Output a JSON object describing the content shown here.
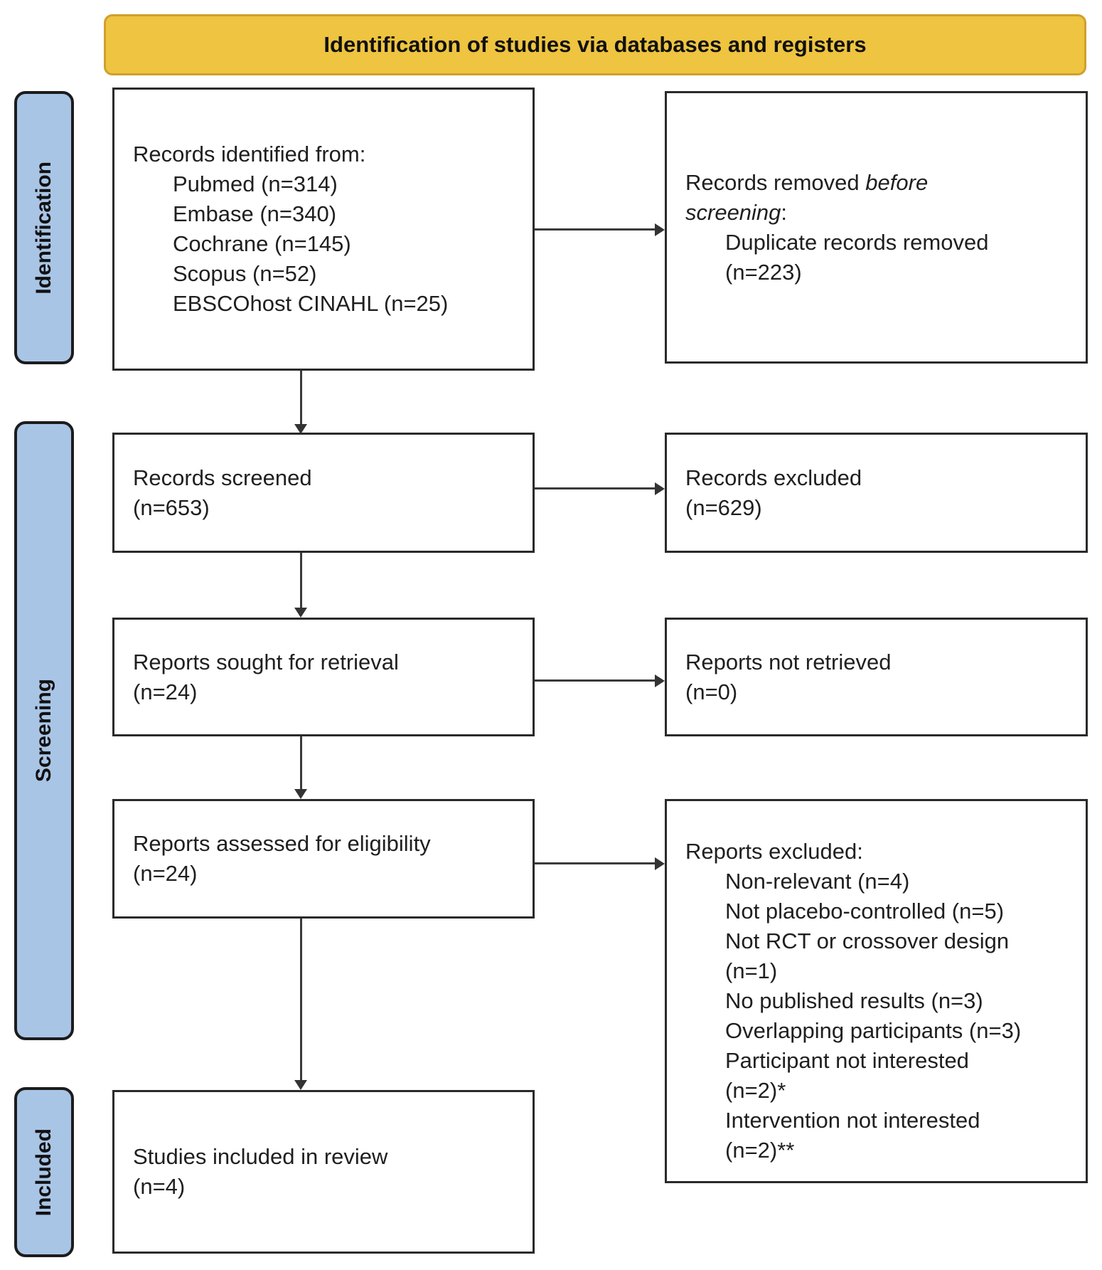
{
  "banner": {
    "title": "Identification of studies via databases and registers"
  },
  "sidebar": {
    "tabs": [
      {
        "label": "Identification"
      },
      {
        "label": "Screening"
      },
      {
        "label": "Included"
      }
    ]
  },
  "colors": {
    "banner_fill": "#eec440",
    "banner_border": "#cfa02c",
    "tab_fill": "#a9c5e6",
    "box_border": "#2a2a2a",
    "arrow": "#3a3a3a",
    "text": "#1f1f1f"
  },
  "boxes": {
    "records_identified": {
      "lines": [
        {
          "text": "Records identified from:"
        },
        {
          "text": "Pubmed (n=314)",
          "indent": true
        },
        {
          "text": "Embase (n=340)",
          "indent": true
        },
        {
          "text": "Cochrane (n=145)",
          "indent": true
        },
        {
          "text": "Scopus (n=52)",
          "indent": true
        },
        {
          "text": "EBSCOhost CINAHL (n=25)",
          "indent": true
        }
      ]
    },
    "records_removed": {
      "lines": [
        {
          "parts": [
            {
              "text": "Records removed ",
              "italic": false
            },
            {
              "text": "before",
              "italic": true
            }
          ]
        },
        {
          "parts": [
            {
              "text": "screening",
              "italic": true
            },
            {
              "text": ":",
              "italic": false
            }
          ]
        },
        {
          "text": "Duplicate records removed",
          "indent": true
        },
        {
          "text": "(n=223)",
          "indent": true
        }
      ]
    },
    "records_screened": {
      "lines": [
        {
          "text": "Records screened"
        },
        {
          "text": "(n=653)"
        }
      ]
    },
    "records_excluded": {
      "lines": [
        {
          "text": "Records excluded"
        },
        {
          "text": "(n=629)"
        }
      ]
    },
    "reports_sought": {
      "lines": [
        {
          "text": "Reports sought for retrieval"
        },
        {
          "text": "(n=24)"
        }
      ]
    },
    "reports_not_retrieved": {
      "lines": [
        {
          "text": "Reports not retrieved"
        },
        {
          "text": "(n=0)"
        }
      ]
    },
    "reports_assessed": {
      "lines": [
        {
          "text": "Reports assessed for eligibility"
        },
        {
          "text": "(n=24)"
        }
      ]
    },
    "reports_excluded": {
      "lines": [
        {
          "text": "Reports excluded:"
        },
        {
          "text": "Non-relevant (n=4)",
          "indent": true
        },
        {
          "text": "Not placebo-controlled (n=5)",
          "indent": true
        },
        {
          "text": "Not RCT or crossover design",
          "indent": true
        },
        {
          "text": "(n=1)",
          "indent": true
        },
        {
          "text": "No published results (n=3)",
          "indent": true
        },
        {
          "text": "Overlapping participants (n=3)",
          "indent": true
        },
        {
          "text": "Participant not interested",
          "indent": true
        },
        {
          "text": "(n=2)*",
          "indent": true
        },
        {
          "text": "Intervention not interested",
          "indent": true
        },
        {
          "text": "(n=2)**",
          "indent": true
        }
      ]
    },
    "studies_included": {
      "lines": [
        {
          "text": "Studies included in review"
        },
        {
          "text": "(n=4)"
        }
      ]
    }
  }
}
